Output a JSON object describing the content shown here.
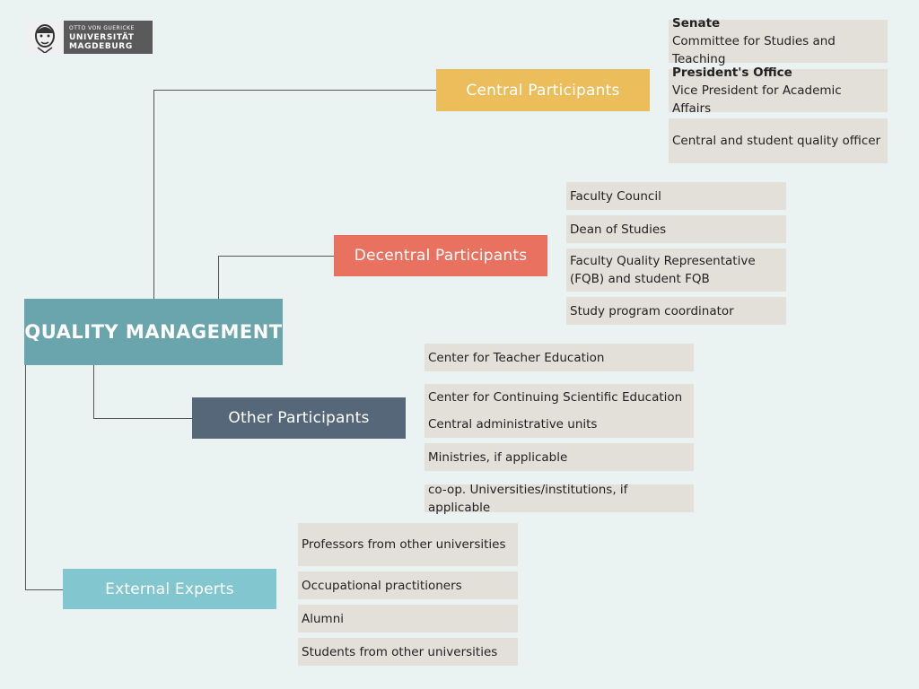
{
  "logo": {
    "line1": "OTTO VON GUERICKE",
    "line2": "UNIVERSITÄT",
    "line3": "MAGDEBURG",
    "icon": "portrait-icon"
  },
  "root": {
    "label": "QUALITY MANAGEMENT",
    "color": "#6aa5ad"
  },
  "branches": {
    "central": {
      "label": "Central Participants",
      "color": "#ecbd5b",
      "items": [
        {
          "title": "Senate",
          "text": "Committee for Studies and Teaching"
        },
        {
          "title": "President's Office",
          "text": "Vice President for Academic Affairs"
        },
        {
          "text": "Central and student quality officer"
        }
      ]
    },
    "decentral": {
      "label": "Decentral Participants",
      "color": "#e8725f",
      "items": [
        "Faculty Council",
        "Dean of Studies",
        "Faculty Quality Representative (FQB) and student FQB",
        "Study program coordinator"
      ]
    },
    "other": {
      "label": "Other Participants",
      "color": "#566779",
      "items": [
        "Center for Teacher Education",
        "Center for Continuing Scientific Education",
        "Central administrative units",
        "Ministries, if applicable",
        "co-op. Universities/institutions, if applicable"
      ]
    },
    "external": {
      "label": "External Experts",
      "color": "#82c6d0",
      "items": [
        "Professors from other universities",
        "Occupational practitioners",
        "Alumni",
        "Students from other universities"
      ]
    }
  }
}
